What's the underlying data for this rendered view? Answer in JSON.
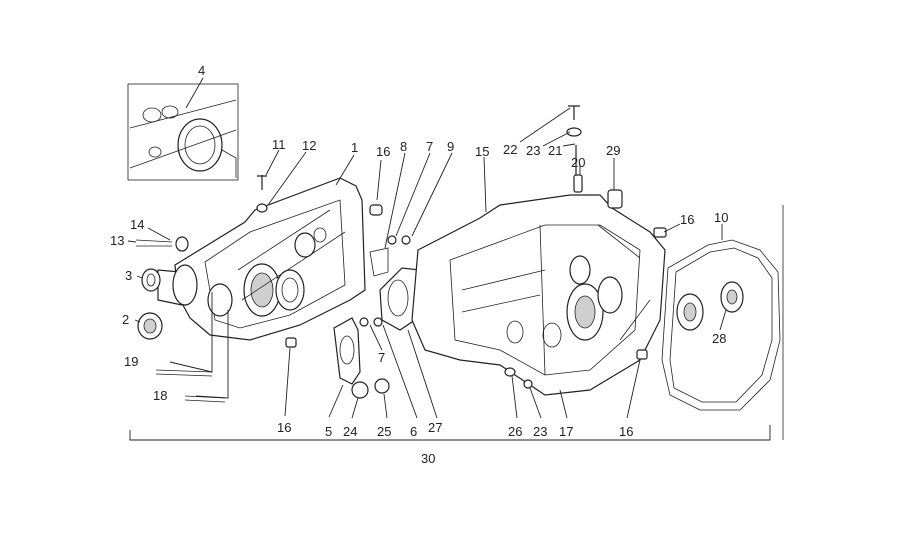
{
  "diagram": {
    "callouts": [
      {
        "id": "c4",
        "label": "4"
      },
      {
        "id": "c11",
        "label": "11"
      },
      {
        "id": "c12",
        "label": "12"
      },
      {
        "id": "c1",
        "label": "1"
      },
      {
        "id": "c16a",
        "label": "16"
      },
      {
        "id": "c8",
        "label": "8"
      },
      {
        "id": "c7a",
        "label": "7"
      },
      {
        "id": "c9",
        "label": "9"
      },
      {
        "id": "c15",
        "label": "15"
      },
      {
        "id": "c22",
        "label": "22"
      },
      {
        "id": "c23a",
        "label": "23"
      },
      {
        "id": "c21",
        "label": "21"
      },
      {
        "id": "c20",
        "label": "20"
      },
      {
        "id": "c29",
        "label": "29"
      },
      {
        "id": "c16b",
        "label": "16"
      },
      {
        "id": "c10",
        "label": "10"
      },
      {
        "id": "c14",
        "label": "14"
      },
      {
        "id": "c13",
        "label": "13"
      },
      {
        "id": "c3",
        "label": "3"
      },
      {
        "id": "c2",
        "label": "2"
      },
      {
        "id": "c19",
        "label": "19"
      },
      {
        "id": "c18",
        "label": "18"
      },
      {
        "id": "c16c",
        "label": "16"
      },
      {
        "id": "c5",
        "label": "5"
      },
      {
        "id": "c24",
        "label": "24"
      },
      {
        "id": "c25",
        "label": "25"
      },
      {
        "id": "c7b",
        "label": "7"
      },
      {
        "id": "c6",
        "label": "6"
      },
      {
        "id": "c27",
        "label": "27"
      },
      {
        "id": "c26",
        "label": "26"
      },
      {
        "id": "c23b",
        "label": "23"
      },
      {
        "id": "c17",
        "label": "17"
      },
      {
        "id": "c16d",
        "label": "16"
      },
      {
        "id": "c28",
        "label": "28"
      },
      {
        "id": "c30",
        "label": "30"
      }
    ]
  }
}
